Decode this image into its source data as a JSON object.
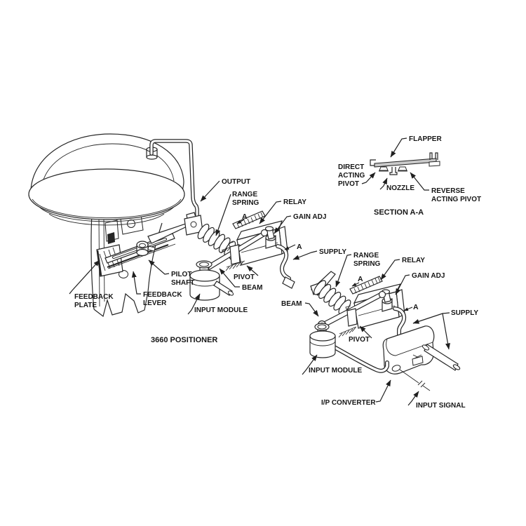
{
  "diagram": {
    "caption_positioner": "3660 POSITIONER",
    "caption_section": "SECTION A-A",
    "section_marker": "A",
    "colors": {
      "ink": "#262626",
      "text": "#161616",
      "paper": "#ffffff",
      "metal": "#c9c9c9"
    }
  },
  "positioner": {
    "output": "OUTPUT",
    "range_spring": [
      "RANGE",
      "SPRING"
    ],
    "relay": "RELAY",
    "gain_adj": "GAIN ADJ",
    "supply": "SUPPLY",
    "pivot": "PIVOT",
    "beam": "BEAM",
    "input_module": "INPUT MODULE",
    "pilot_shaft": [
      "PILOT",
      "SHAFT"
    ],
    "feedback_lever": [
      "FEEDBACK",
      "LEVER"
    ],
    "feedback_plate": [
      "FEEDBACK",
      "PLATE"
    ]
  },
  "section_aa": {
    "flapper": "FLAPPER",
    "direct_acting_pivot": [
      "DIRECT",
      "ACTING",
      "PIVOT"
    ],
    "nozzle": "NOZZLE",
    "reverse_acting_pivot": [
      "REVERSE",
      "ACTING PIVOT"
    ]
  },
  "ip_converter": {
    "range_spring": [
      "RANGE",
      "SPRING"
    ],
    "relay": "RELAY",
    "gain_adj": "GAIN ADJ",
    "supply": "SUPPLY",
    "beam": "BEAM",
    "pivot": "PIVOT",
    "input_module": "INPUT MODULE",
    "ip_converter": "I/P CONVERTER",
    "input_signal": "INPUT SIGNAL"
  }
}
